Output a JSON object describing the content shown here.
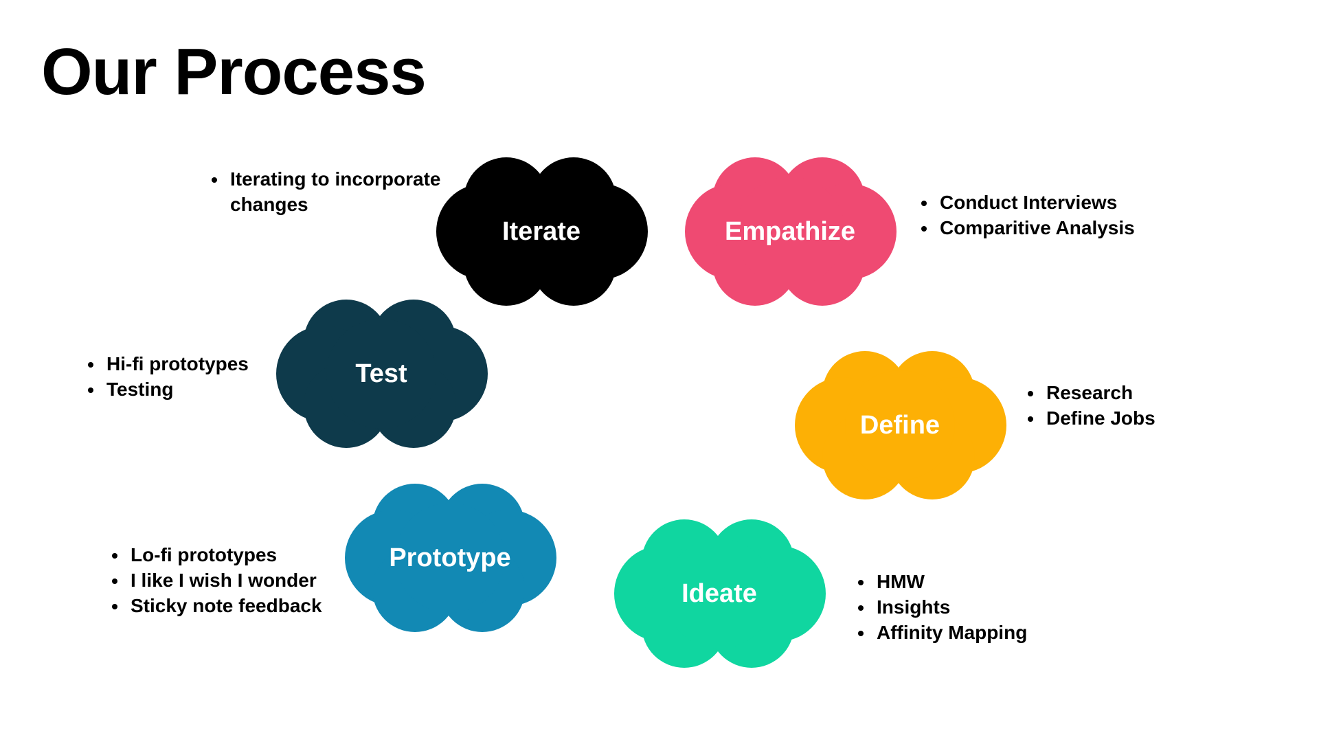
{
  "title": "Our Process",
  "stages": [
    {
      "id": "iterate",
      "label": "Iterate",
      "color": "#000000",
      "bullets": [
        "Iterating to incorporate changes"
      ]
    },
    {
      "id": "empathize",
      "label": "Empathize",
      "color": "#ef4a72",
      "bullets": [
        "Conduct Interviews",
        "Comparitive Analysis"
      ]
    },
    {
      "id": "test",
      "label": "Test",
      "color": "#0e3a4b",
      "bullets": [
        "Hi-fi prototypes",
        "Testing"
      ]
    },
    {
      "id": "define",
      "label": "Define",
      "color": "#fdb005",
      "bullets": [
        "Research",
        "Define Jobs"
      ]
    },
    {
      "id": "prototype",
      "label": "Prototype",
      "color": "#1289b4",
      "bullets": [
        "Lo-fi prototypes",
        "I like I wish I wonder",
        "Sticky note feedback"
      ]
    },
    {
      "id": "ideate",
      "label": "Ideate",
      "color": "#10d6a0",
      "bullets": [
        "HMW",
        "Insights",
        "Affinity Mapping"
      ]
    }
  ]
}
